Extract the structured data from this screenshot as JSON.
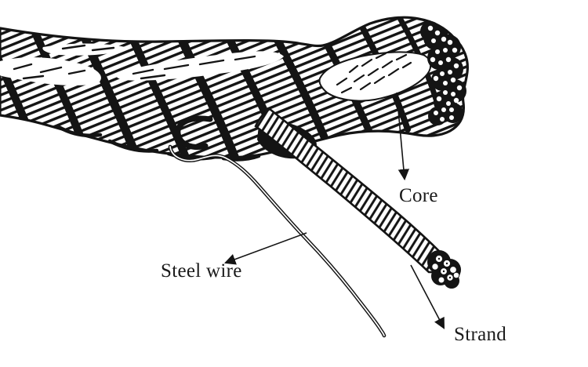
{
  "figure": {
    "description": "Line-art illustration of a twisted wire rope: frayed cut end showing the fiber core and wire-bundle strand ends, one unraveled strand curving down, and a single thin steel wire hanging loose",
    "ink_color": "#141414",
    "background_color": "#ffffff",
    "labels": {
      "core": "Core",
      "steel_wire": "Steel wire",
      "strand": "Strand"
    }
  }
}
